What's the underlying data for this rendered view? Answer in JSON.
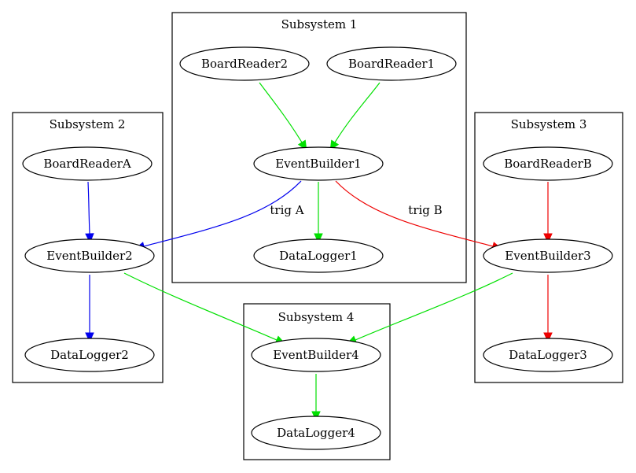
{
  "colors": {
    "green": "#00e000",
    "blue": "#0000ee",
    "red": "#ee0000",
    "stroke": "#000000"
  },
  "subsystems": [
    {
      "id": "s1",
      "label": "Subsystem 1"
    },
    {
      "id": "s2",
      "label": "Subsystem 2"
    },
    {
      "id": "s3",
      "label": "Subsystem 3"
    },
    {
      "id": "s4",
      "label": "Subsystem 4"
    }
  ],
  "nodes": [
    {
      "id": "br2",
      "label": "BoardReader2",
      "subsystem": "s1"
    },
    {
      "id": "br1",
      "label": "BoardReader1",
      "subsystem": "s1"
    },
    {
      "id": "eb1",
      "label": "EventBuilder1",
      "subsystem": "s1"
    },
    {
      "id": "dl1",
      "label": "DataLogger1",
      "subsystem": "s1"
    },
    {
      "id": "brA",
      "label": "BoardReaderA",
      "subsystem": "s2"
    },
    {
      "id": "eb2",
      "label": "EventBuilder2",
      "subsystem": "s2"
    },
    {
      "id": "dl2",
      "label": "DataLogger2",
      "subsystem": "s2"
    },
    {
      "id": "brB",
      "label": "BoardReaderB",
      "subsystem": "s3"
    },
    {
      "id": "eb3",
      "label": "EventBuilder3",
      "subsystem": "s3"
    },
    {
      "id": "dl3",
      "label": "DataLogger3",
      "subsystem": "s3"
    },
    {
      "id": "eb4",
      "label": "EventBuilder4",
      "subsystem": "s4"
    },
    {
      "id": "dl4",
      "label": "DataLogger4",
      "subsystem": "s4"
    }
  ],
  "edges": [
    {
      "from": "br2",
      "to": "eb1",
      "color": "green"
    },
    {
      "from": "br1",
      "to": "eb1",
      "color": "green"
    },
    {
      "from": "eb1",
      "to": "dl1",
      "color": "green"
    },
    {
      "from": "eb1",
      "to": "eb2",
      "color": "blue",
      "label": "trig A"
    },
    {
      "from": "eb1",
      "to": "eb3",
      "color": "red",
      "label": "trig B"
    },
    {
      "from": "brA",
      "to": "eb2",
      "color": "blue"
    },
    {
      "from": "eb2",
      "to": "dl2",
      "color": "blue"
    },
    {
      "from": "brB",
      "to": "eb3",
      "color": "red"
    },
    {
      "from": "eb3",
      "to": "dl3",
      "color": "red"
    },
    {
      "from": "eb2",
      "to": "eb4",
      "color": "green"
    },
    {
      "from": "eb3",
      "to": "eb4",
      "color": "green"
    },
    {
      "from": "eb4",
      "to": "dl4",
      "color": "green"
    }
  ]
}
